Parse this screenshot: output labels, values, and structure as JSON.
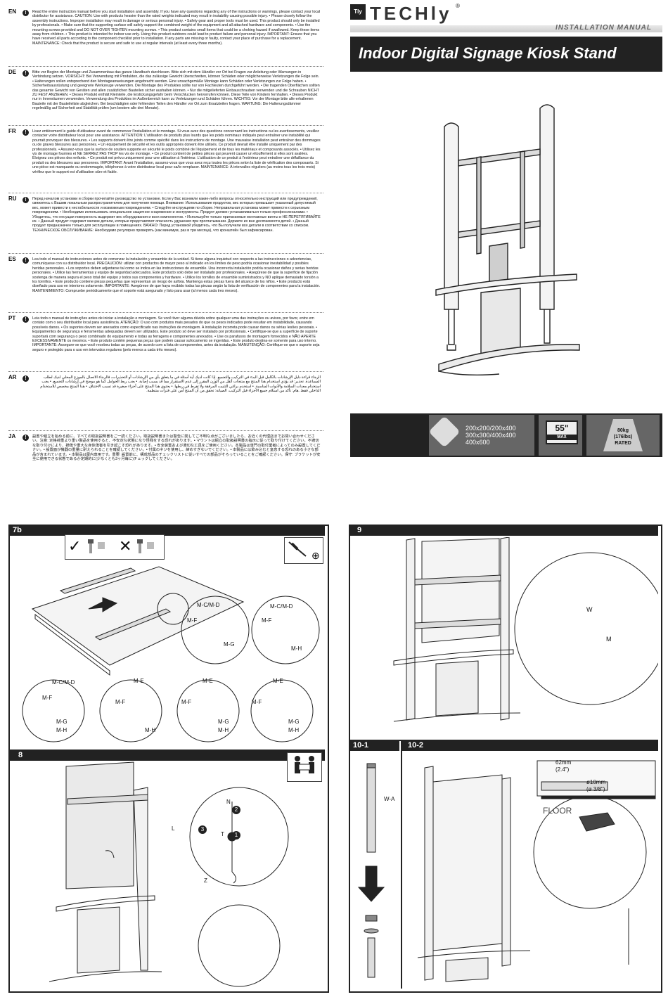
{
  "brand": {
    "logo_box": "Tly",
    "name": "TECHly",
    "trademark": "®"
  },
  "manual": {
    "label": "INSTALLATION MANUAL",
    "title": "Indoor Digital Signage Kiosk Stand"
  },
  "specs": {
    "vesa": [
      "200x200/200x400",
      "300x300/400x400",
      "400x600"
    ],
    "screen_size": "55\"",
    "screen_max": "MAX",
    "weight_kg": "80kg",
    "weight_lbs": "(176lbs)",
    "weight_rated": "RATED"
  },
  "languages": [
    {
      "code": "EN",
      "text": "Read the entire instruction manual before you start installation and assembly. If you have any questions regarding any of the instructions or warnings, please contact your local distributor for assistance. CAUTION: Use with products heavier than the rated weights indicated may result in instability causing possible injury. • Please closely follow the assembly instructions. Improper installation may result in damage or serious personal injury. • Safety gear and proper tools must be used. This product should only be installed by professionals. • Make sure that the supporting surface will safely support the combined weight of the equipment and all attached hardware and components. • Use the mounting screws provided and DO NOT OVER TIGHTEN mounting screws. • This product contains small items that could be a choking hazard if swallowed. Keep these items away from children. • This product is intended for indoor use only. Using this product outdoors could lead to product failure and personal injury. IMPORTANT: Ensure that you have received all parts according to the component checklist prior to installation. If any parts are missing or faulty, contact your place of purchase for a replacement. MAINTENANCE: Check that the product is secure and safe to use at regular intervals (at least every three months)."
    },
    {
      "code": "DE",
      "text": "Bitte vor Beginn der Montage und Zusammenbau das ganze Handbuch durchlesen. Bitte sich mit dem Händler vor Ort bei Fragen zur Anleitung oder Warnungen in Verbindung setzen. VORSICHT: Bei Verwendung mit Produkten, die das zulässige Gewicht überschreiten, können Schäden oder möglicherweise Verletzungen die Folge sein. • Halterungen sollen entsprechend den Montageanweisungen angebracht werden. Eine unsachgemäße Montage kann Schäden oder Verletzungen zur Folge haben. • Sicherheitsausrüstung und geeignete Werkzeuge verwenden. Die Montage des Produktes sollte nur von Fachleuten durchgeführt werden. • Die tragenden Oberflächen sollten das gesamte Gewicht von Geräten und allen zusätzlichen Bauteilen sicher aushalten können. • Nur die mitgelieferten Einbauschrauben verwenden und die Schrauben NICHT ZU FEST ANZIEHEN. • Dieses Produkt enthält Kleinteile, die Erstickungsgefahr beim Verschlucken hervorrufen können. Diese Teile von Kindern fernhalten. • Dieses Produkt nur in Innenräumen verwenden. Verwendung des Produktes im Außenbereich kann zu Verletzungen und Schäden führen. WICHTIG: Vor der Montage bitte alle erhaltenen Bauteile mit der Bauteileliste abgleichen. Bei beschädigten oder fehlenden Teilen den Händler vor Ort zum Ersatzteilen fragen. WARTUNG: Die Halterungsdämmer regelmäßig auf Sicherheit und Stabilität prüfen (um bestem alle drei Monate)."
    },
    {
      "code": "FR",
      "text": "Lisez entièrement le guide d'utilisateur avant de commencer l'installation et le montage. Si vous avez des questions concernant les instructions ou les avertissements, veuillez contacter votre distributeur local pour une assistance. ATTENTION: L'utilisation de produits plus lourds que les poids nominaux indiqués peut entraîner une instabilité qui pourrait provoquer des blessures. • Les supports doivent être joints comme spécifié dans les instructions de montage. Une mauvaise installation peut entraîner des dommages ou de graves blessures aux personnes. • Un équipement de sécurité et les outils appropriés doivent être utilisés. Ce produit devrait être installé uniquement par des professionnels. • Assurez-vous que la surface de soutien supporte en sécurité le poids combiné de l'équipement et de tous les matériaux et composants associés. • Utilisez les vis de montage fournies et NE SERREZ PAS TROP les vis de montage. • Ce produit contient de petites pièces qui peuvent causer un étouffement si elles sont avalées. Éloignez ces pièces des enfants. • Ce produit est prévu uniquement pour une utilisation à l'intérieur. L'utilisation de ce produit à l'extérieur peut entraîner une défaillance du produit ou des blessures aux personnes. IMPORTANT: Avant l'installation, assurez-vous que vous avez reçu toutes les pièces selon la liste de vérification des composants. Si une pièce est manquante ou endommagée, téléphonez à votre distributeur local pour sa/le remplacer. MAINTENANCE: À intervalles réguliers (au moins tous les trois mois) vérifiez que le support est d'utilisation sûre et fiable."
    },
    {
      "code": "RU",
      "text": "Перед началом установки и сборки прочитайте руководство по установке. Если у Вас возникли какие-либо вопросы относительно инструкций или предупреждений, свяжитесь с Вашим локальным распространителем для получения помощи. Внимание: Использование продуктов, вес которых превышает указанный допустимый вес, может привести к нестабильности и возможным повреждениям. • Следуйте инструкциям по сборке. Неправильная установка может привести к серьезным повреждениям. • Необходимо использовать специальное защитное снаряжение и инструменты. Продукт должен устанавливаться только профессионалами. • Убедитесь, что несущая поверхность выдержит вес оборудования и всех компонентов. • Используйте только прилагаемые монтажные винты и НЕ ПЕРЕТЯГИВАЙТЕ их. • Данный продукт содержит мелкие детали, которые представляют опасность удушения при проглатывании. Держите их вне досягаемости детей. • Данный продукт предназначен только для эксплуатации в помещениях. ВАЖНО: Перед установкой убедитесь, что Вы получили все детали в соответствии со списком. ТЕХНИЧЕСКОЕ ОБСЛУЖИВАНИЕ: Необходимо регулярно проверять (как минимум, раз в три месяца), что кронштейн был зафиксирован."
    },
    {
      "code": "ES",
      "text": "Lea todo el manual de instrucciones antes de comenzar la instalación y ensamble de la unidad. Si tiene alguna inquietud con respecto a las instrucciones o advertencias, comuníquese con su distribuidor local. PRECAUCIÓN: utilizar con productos de mayor peso al indicado en los límites de peso podría ocasionar inestabilidad y posibles heridas personales. • Los soportes deben adjuntarse tal como se indica en las instrucciones de ensamble. Una incorrecta instalación podría ocasionar daños y serias heridas personales. • Utilice las herramientas y equipo de seguridad adecuados. Este producto solo debe ser instalado por profesionales. • Asegúrese de que la superficie de fijación sostenga de manera segura el peso total del equipo y todos sus componentes y hardware. • Utilice los tornillos de ensamble suministrados y NO aplique demasiado torsión a los tornillos. • Este producto contiene piezas pequeñas que representan un riesgo de asfixia. Mantenga estas piezas fuera del alcance de los niños. • Este producto está diseñado para uso en interiores solamente. IMPORTANTE: Asegúrese de que haya recibido todas las piezas según la lista de verificación de componentes para la instalación. MANTENIMIENTO: Compruebe periódicamente que el soporte está asegurado y listo para usar (al menos cada tres meses)."
    },
    {
      "code": "PT",
      "text": "Leia todo o manual de instruções antes de iniciar a instalação e montagem. Se você tiver alguma dúvida sobre qualquer uma das instruções ou avisos, por favor, entre em contato com o seu distribuidor local para assistência. ATENÇÃO: O uso com produtos mais pesados do que os pesos indicados pode resultar em instabilidade, causando possíveis danos. • Os suportes devem ser anexados como especificado nas instruções de montagem. A instalação incorreta pode causar danos ou sérias lesões pessoais. • Equipamentos de segurança e ferramentas adequadas devem ser utilizados. Este produto só deve ser instalado por profissionais. • Certifique-se que a superfície de suporte suportará com segurança o peso combinado do equipamento e todas as ferragens e componentes anexados. • Use os parafusos de montagem fornecidos e NÃO APERTE EXCESSIVAMENTE os mesmos. • Este produto contém pequenas peças que podem causar sufocamento se ingeridas. • Este produto destina-se somente para uso interno. IMPORTANTE: Assegure-se que você recebeu todas as peças, de acordo com a lista de componentes, antes da instalação. MANUTENÇÃO: Certifique-se que o suporte seja seguro e protegido para o uso em intervalos regulares (pelo menos a cada três meses)."
    },
    {
      "code": "AR",
      "text": "الرجاء قراءة دليل الإرشادات بالكامل قبل البدء في التركيب والتجميع. إذا كانت لديك أية أسئلة في ما يتعلق بأي من الإرشادات أو التحذيرات، فالرجاء الاتصال بالموزع المحلي لديك لطلب المساعدة. تحذير: قد يؤدي استخدام هذا المنتج مع منتجات أثقل من الوزن المقرر إلى عدم الاستقرار مما قد يسبب إصابة. • يجب ربط الحوامل كما هو موضح في إرشادات التجميع. • يجب استخدام معدات السلامة والأدوات المناسبة. • استخدم براغي التثبيت المرفقة ولا تفرط في ربطها. • يحتوي هذا المنتج على أجزاء صغيرة قد تسبب الاختناق. • هذا المنتج مخصص للاستخدام الداخلي فقط. هام: تأكد من استلام جميع الأجزاء قبل التركيب. الصيانة: تحقق من أن المنتج آمن على فترات منتظمة."
    },
    {
      "code": "JA",
      "text": "設置や組立を始める前に、すべての取扱説明書をご一読ください。取扱説明書または警告に関してご不明な点がございましたら、お近くの代理店までお問い合わせください。注意: 定格荷重より重い製品を使用すると、不安定な状態になり怪我をする恐れがあります。• マウントは組立の取扱説明書の指示に従って取り付けてください。不適切な取り付けにより、損傷や重大な身体傷害を引き起こす恐れがあります。• 安全装置および適切な工具をご使用ください。本製品は専門の取付業者によってのみ設置してください。• 設置面が機器の重量に耐えられることを確認してください。• 付属のネジを使用し、締めすぎないでください。• 本製品には飲み込むと窒息する恐れのある小さな部品が含まれています。• 本製品は屋内専用です。重要: 設置前に、構成部品のチェックリストに従いすべての部品がそろっていることをご確認ください。保守: ブラケットが安全に使用できる状態であるか定期的に(少なくとも3ヶ月毎に)チェックしてください。"
    }
  ],
  "steps": {
    "s7b": {
      "label": "7b",
      "parts": [
        "M-C/M-D",
        "M-F",
        "M-G",
        "M-C/M-D",
        "M-F",
        "M-H",
        "M-C/M-D",
        "M-F",
        "M-G",
        "M-H",
        "M-E",
        "M-F",
        "M-H",
        "M-E",
        "M-F",
        "M-G",
        "M-H",
        "M-E",
        "M-F",
        "M-G",
        "M-H"
      ]
    },
    "s8": {
      "label": "8",
      "parts": [
        "N",
        "L",
        "T",
        "Z"
      ],
      "numbers": [
        "1",
        "2",
        "3"
      ]
    },
    "s9": {
      "label": "9",
      "parts": [
        "W",
        "M"
      ]
    },
    "s10_1": {
      "label": "10-1",
      "part": "W-A"
    },
    "s10_2": {
      "label": "10-2",
      "depth": "62mm",
      "depth_in": "(2.4\")",
      "diameter": "ø10mm",
      "diameter_in": "(ø 3/8\")",
      "floor": "FLOOR"
    }
  }
}
